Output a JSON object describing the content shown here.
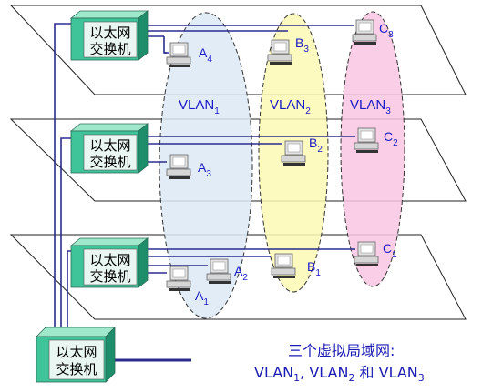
{
  "switch_label": [
    "以太网",
    "交换机"
  ],
  "vlans": [
    {
      "name": "VLAN",
      "sub": "1",
      "fill": "#dde9f6"
    },
    {
      "name": "VLAN",
      "sub": "2",
      "fill": "#fbf9b4"
    },
    {
      "name": "VLAN",
      "sub": "3",
      "fill": "#f9c5e2"
    }
  ],
  "hosts": {
    "A4": {
      "l": "A",
      "s": "4"
    },
    "B3": {
      "l": "B",
      "s": "3"
    },
    "C3": {
      "l": "C",
      "s": "3"
    },
    "A3": {
      "l": "A",
      "s": "3"
    },
    "B2": {
      "l": "B",
      "s": "2"
    },
    "C2": {
      "l": "C",
      "s": "2"
    },
    "A1": {
      "l": "A",
      "s": "1"
    },
    "A2": {
      "l": "A",
      "s": "2"
    },
    "B1": {
      "l": "B",
      "s": "1"
    },
    "C1": {
      "l": "C",
      "s": "1"
    }
  },
  "caption": {
    "line1": "三个虚拟局域网:",
    "line2_a": "VLAN",
    "line2_a_sub": "1",
    "line2_b": ", VLAN",
    "line2_b_sub": "2",
    "line2_c": " 和 VLAN",
    "line2_c_sub": "3"
  },
  "colors": {
    "link": "#2b2b90",
    "switch_front": "#3fc49a",
    "switch_top": "#9fe8cc",
    "switch_side": "#1e8e6a"
  }
}
